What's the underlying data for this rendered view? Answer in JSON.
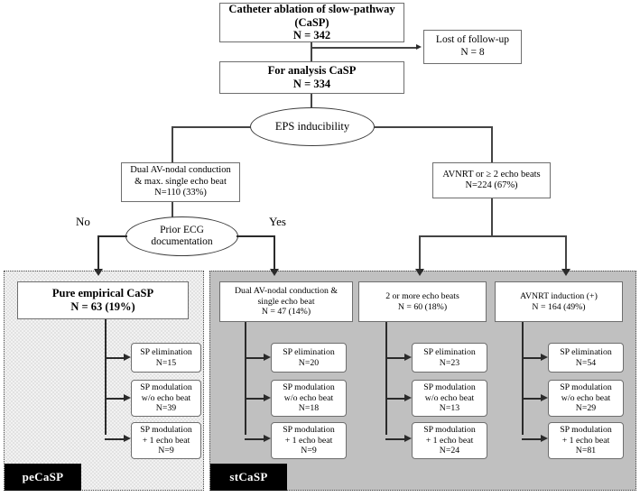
{
  "figure": {
    "type": "clinical-flowchart",
    "title": "Catheter ablation of slow-pathway patient flow"
  },
  "colors": {
    "box_border": "#6e6e6e",
    "line": "#2b2b2b",
    "region_pecasp_fill": "#f2f2f2",
    "region_stcasp_fill": "#c0c0c0",
    "tag_background": "#000000",
    "tag_text": "#ffffff"
  },
  "nodes": {
    "root": {
      "line1": "Catheter ablation of slow-pathway",
      "line2": "(CaSP)",
      "line3": "N = 342"
    },
    "lost_followup": {
      "line1": "Lost of follow-up",
      "line2": "N = 8"
    },
    "for_analysis": {
      "line1": "For analysis  CaSP",
      "line2": "N = 334"
    },
    "eps_decision": {
      "label": "EPS inducibility"
    },
    "dual_av_max_single": {
      "line1": "Dual AV-nodal conduction",
      "line2": "& max. single echo beat",
      "line3": "N=110 (33%)"
    },
    "avnrt_or_2beats": {
      "line1": "AVNRT or ≥ 2 echo beats",
      "line2": "N=224 (67%)"
    },
    "ecg_decision": {
      "line1": "Prior ECG",
      "line2": "documentation"
    },
    "branch_no": "No",
    "branch_yes": "Yes",
    "pure_empirical": {
      "line1": "Pure empirical  CaSP",
      "line2": "N = 63 (19%)"
    },
    "dual_av_single": {
      "line1": "Dual AV-nodal conduction &",
      "line2": "single echo beat",
      "line3": "N = 47 (14%)"
    },
    "two_or_more": {
      "line1": "2 or more echo beats",
      "line2": "N = 60 (18%)"
    },
    "avnrt_induction": {
      "line1": "AVNRT induction (+)",
      "line2": "N = 164 (49%)"
    }
  },
  "outcome_columns": [
    {
      "column": "pecasp",
      "parent": "pure_empirical",
      "items": [
        {
          "line1": "SP elimination",
          "line2": "",
          "line3": "N=15"
        },
        {
          "line1": "SP modulation",
          "line2": "w/o echo beat",
          "line3": "N=39"
        },
        {
          "line1": "SP modulation",
          "line2": "+ 1 echo beat",
          "line3": "N=9"
        }
      ]
    },
    {
      "column": "stcasp-dual",
      "parent": "dual_av_single",
      "items": [
        {
          "line1": "SP elimination",
          "line2": "",
          "line3": "N=20"
        },
        {
          "line1": "SP modulation",
          "line2": "w/o echo beat",
          "line3": "N=18"
        },
        {
          "line1": "SP modulation",
          "line2": "+ 1 echo beat",
          "line3": "N=9"
        }
      ]
    },
    {
      "column": "stcasp-twobeats",
      "parent": "two_or_more",
      "items": [
        {
          "line1": "SP elimination",
          "line2": "",
          "line3": "N=23"
        },
        {
          "line1": "SP modulation",
          "line2": "w/o echo beat",
          "line3": "N=13"
        },
        {
          "line1": "SP modulation",
          "line2": "+ 1 echo beat",
          "line3": "N=24"
        }
      ]
    },
    {
      "column": "stcasp-avnrt",
      "parent": "avnrt_induction",
      "items": [
        {
          "line1": "SP elimination",
          "line2": "",
          "line3": "N=54"
        },
        {
          "line1": "SP modulation",
          "line2": "w/o echo beat",
          "line3": "N=29"
        },
        {
          "line1": "SP modulation",
          "line2": "+ 1 echo beat",
          "line3": "N=81"
        }
      ]
    }
  ],
  "tags": {
    "pecasp": "peCaSP",
    "stcasp": "stCaSP"
  }
}
